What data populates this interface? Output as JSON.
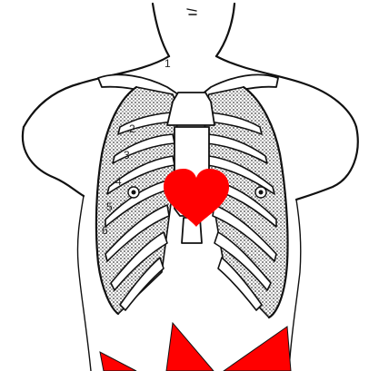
{
  "diagram": {
    "rib_labels": [
      "1",
      "2",
      "3",
      "4",
      "5",
      "6"
    ],
    "colors": {
      "outline": "#111111",
      "rib_shading": "#9a9a9a",
      "heart": "#ff0000",
      "background": "#ffffff"
    },
    "icons": {
      "heart": "heart-icon",
      "arrows": "red-arrow-icon",
      "electrodes": "electrode-marker-icon"
    }
  }
}
